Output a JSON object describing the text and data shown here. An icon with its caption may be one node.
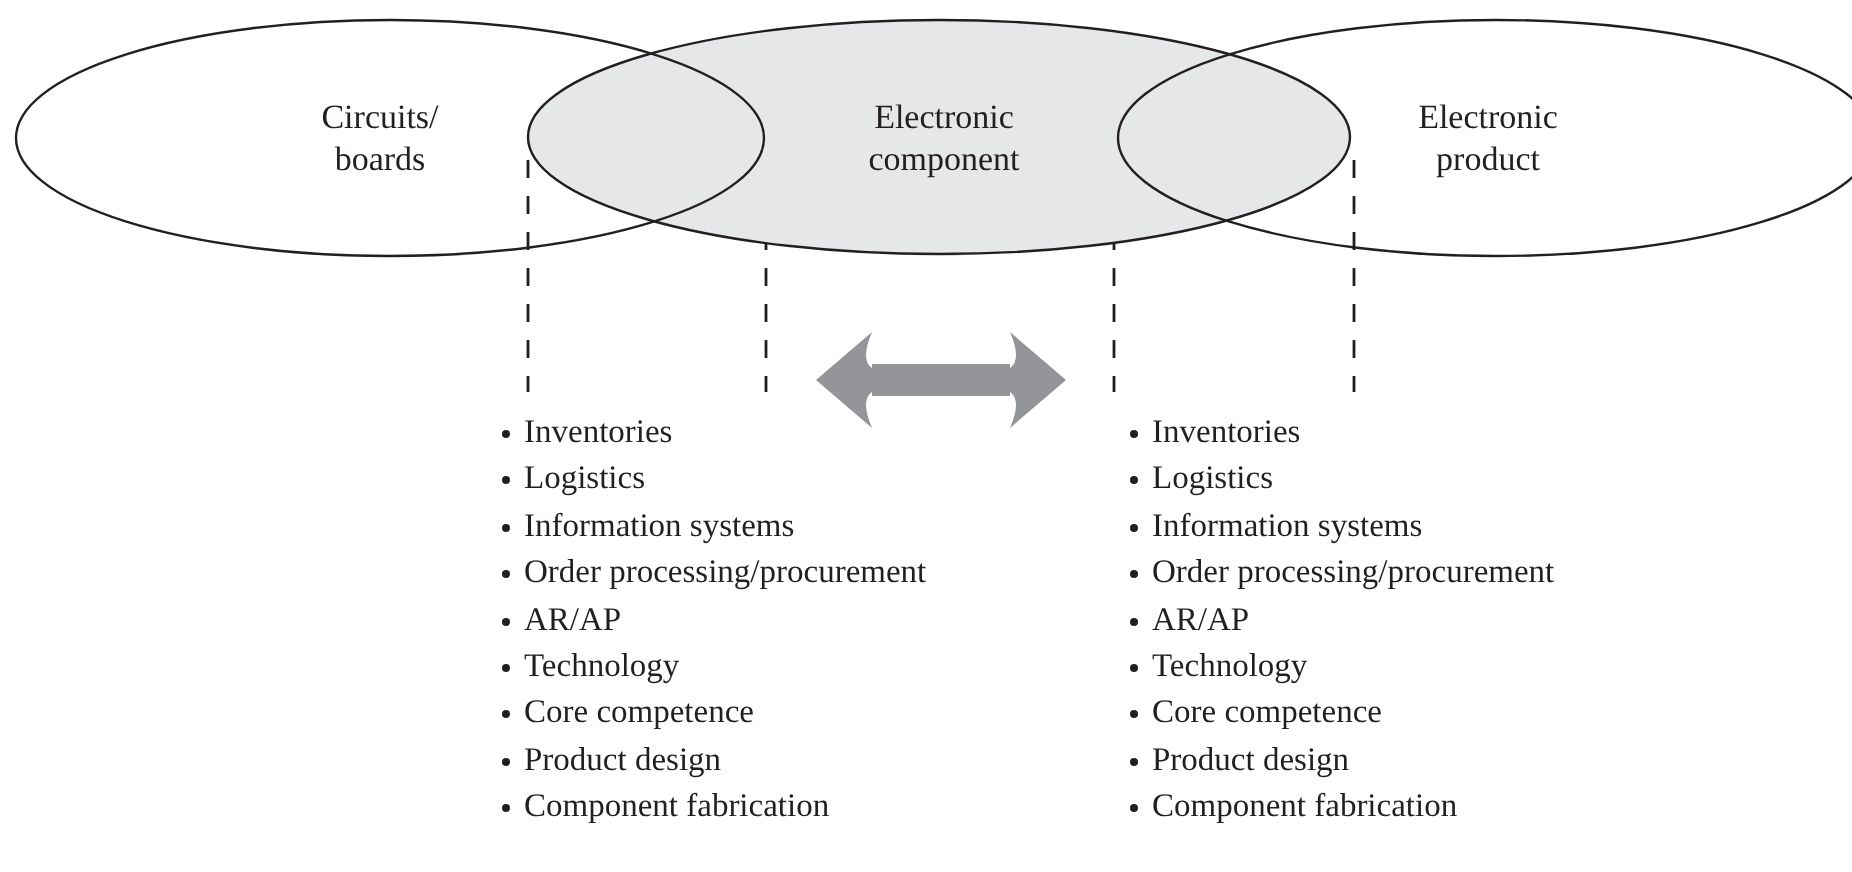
{
  "diagram": {
    "nodes": [
      {
        "text": [
          "Circuits/ boards"
        ]
      },
      {
        "text": [
          "Electronic component"
        ]
      },
      {
        "text": [
          "Electronic product"
        ]
      },
      {
        "text": [
          "Inventories",
          "Logistics",
          "Information systems",
          "Order processing/procurement",
          "AR/AP",
          "Technology",
          "Core competence",
          "Product design",
          "Component fabrication"
        ]
      },
      {
        "text": [
          "Inventories",
          "Logistics",
          "Information systems",
          "Order processing/procurement",
          "AR/AP",
          "Technology",
          "Core competence",
          "Product design",
          "Component fabrication"
        ]
      }
    ],
    "edges": [
      {
        "from": 3,
        "to": 4,
        "arrow": "both",
        "color": "#939598"
      }
    ]
  }
}
